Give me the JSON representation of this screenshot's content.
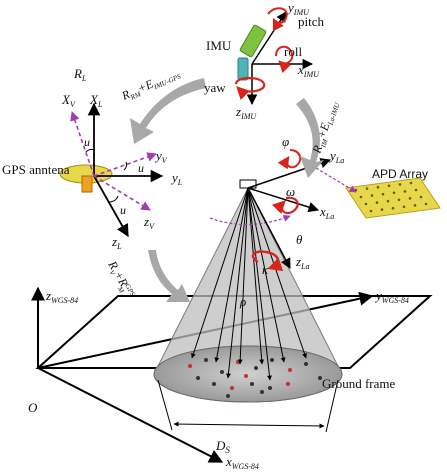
{
  "colors": {
    "background": "#ffffff",
    "axis": "#000000",
    "frame_arrow": "#a8a8a8",
    "rotation_red": "#d9241c",
    "dashed_purple": "#a33bb5",
    "imu_green": "#7fc241",
    "imu_cyan": "#4fb3b8",
    "apd_yellow": "#e6d84a",
    "cone_gray": "#b9b9b9",
    "footprint_gray": "#9a9a9a"
  },
  "labels": {
    "gps_antenna": "GPS anntena",
    "apd_array": "APD Array",
    "ground_frame": "Ground frame",
    "imu": "IMU",
    "pitch": "pitch",
    "roll": "roll",
    "yaw": "yaw",
    "origin": "O",
    "ds": "D",
    "ds_sub": "S",
    "rho": "ρ",
    "theta": "θ",
    "kappa": "κ",
    "phi": "φ",
    "omega": "ω"
  },
  "transforms": {
    "r_l": {
      "main": "R",
      "sub": "L"
    },
    "r_rm_imu": {
      "main": "R",
      "sub1": "RM",
      "plus": "+E",
      "sub2": "IMU-GPS"
    },
    "r_im_la": {
      "main": "R",
      "sub1": "IM",
      "plus": "+E",
      "sub2": "La-IMU"
    },
    "r_v_gps": {
      "main": "R",
      "sub1": "V",
      "plus": "+R",
      "sub2": "GPS",
      "sub3": "M"
    }
  },
  "axes": {
    "y_imu": {
      "main": "y",
      "sub": "IMU"
    },
    "x_imu": {
      "main": "x",
      "sub": "IMU"
    },
    "z_imu": {
      "main": "z",
      "sub": "IMU"
    },
    "y_la": {
      "main": "y",
      "sub": "La"
    },
    "x_la": {
      "main": "x",
      "sub": "La"
    },
    "z_la": {
      "main": "z",
      "sub": "La"
    },
    "x_v": {
      "main": "X",
      "sub": "V"
    },
    "x_l": {
      "main": "X",
      "sub": "L"
    },
    "y_v": {
      "main": "y",
      "sub": "V"
    },
    "y_l": {
      "main": "y",
      "sub": "L"
    },
    "z_v": {
      "main": "z",
      "sub": "V"
    },
    "z_l": {
      "main": "z",
      "sub": "L"
    },
    "u": "u",
    "z_wgs": {
      "main": "z",
      "sub": "WGS-84"
    },
    "y_wgs": {
      "main": "y",
      "sub": "WGS-84"
    },
    "x_wgs": {
      "main": "x",
      "sub": "WGS-84"
    }
  }
}
